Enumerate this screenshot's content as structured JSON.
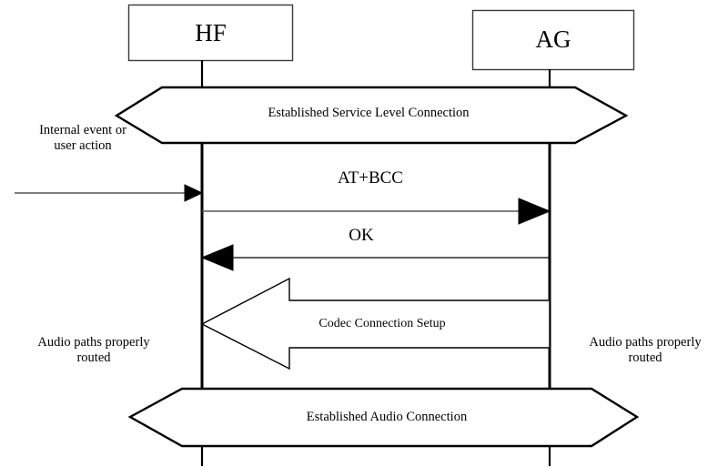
{
  "diagram": {
    "type": "sequence-diagram",
    "title": "Codec Connection Setup sequence between HF and AG",
    "colors": {
      "stroke": "#000000",
      "background": "#ffffff",
      "fill": "#ffffff"
    },
    "actors": [
      {
        "id": "hf",
        "label": "HF"
      },
      {
        "id": "ag",
        "label": "AG"
      }
    ],
    "bands": [
      {
        "id": "service-level",
        "label": "Established Service Level Connection"
      },
      {
        "id": "audio-connection",
        "label": "Established Audio Connection"
      }
    ],
    "notes": [
      {
        "id": "trigger",
        "label": "Internal event or\nuser action"
      },
      {
        "id": "audio-paths-left",
        "label": "Audio paths properly\nrouted"
      },
      {
        "id": "audio-paths-right",
        "label": "Audio paths properly\nrouted"
      }
    ],
    "messages": [
      {
        "id": "at-bcc",
        "label": "AT+BCC",
        "direction": "hf-to-ag"
      },
      {
        "id": "ok",
        "label": "OK",
        "direction": "ag-to-hf"
      },
      {
        "id": "codec-setup",
        "label": "Codec Connection Setup",
        "direction": "ag-to-hf",
        "style": "block-arrow"
      }
    ]
  }
}
